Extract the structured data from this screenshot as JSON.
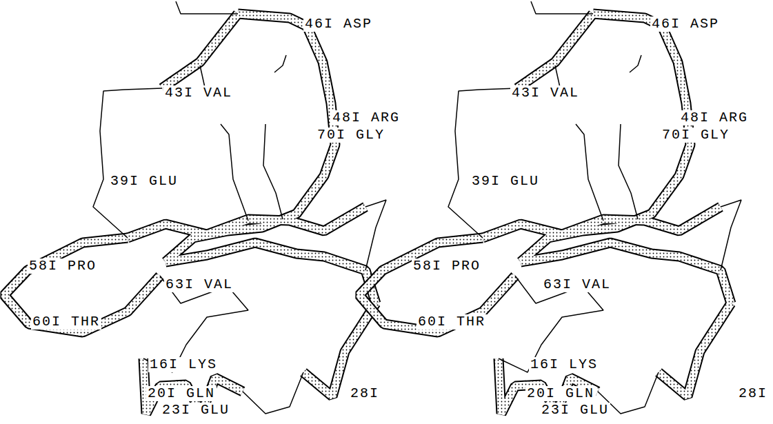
{
  "diagram": {
    "labels": [
      "46I ASP",
      "43I VAL",
      "48I ARG",
      "70I GLY",
      "39I GLU",
      "58I PRO",
      "63I VAL",
      "60I THR",
      "16I LYS",
      "20I GLN",
      "23I GLU",
      "28I",
      "46I ASP",
      "43I VAL",
      "48I ARG",
      "70I GLY",
      "39I GLU",
      "58I PRO",
      "63I VAL",
      "60I THR",
      "16I LYS",
      "20I GLN",
      "23I GLU",
      "28I"
    ]
  }
}
